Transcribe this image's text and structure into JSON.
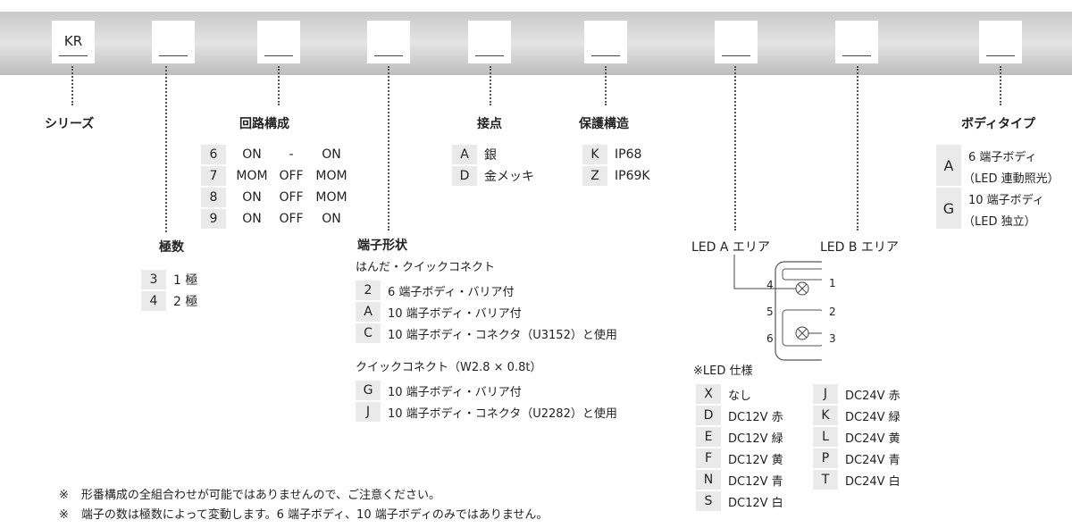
{
  "slots": [
    {
      "id": "series",
      "code": "KR"
    },
    {
      "id": "poles",
      "code": ""
    },
    {
      "id": "circuit",
      "code": ""
    },
    {
      "id": "terminal",
      "code": ""
    },
    {
      "id": "contact",
      "code": ""
    },
    {
      "id": "protection",
      "code": ""
    },
    {
      "id": "led-a",
      "code": ""
    },
    {
      "id": "led-b",
      "code": ""
    },
    {
      "id": "body-type",
      "code": ""
    }
  ],
  "series": {
    "title": "シリーズ"
  },
  "poles": {
    "title": "極数",
    "options": [
      {
        "code": "3",
        "label": "1 極"
      },
      {
        "code": "4",
        "label": "2 極"
      }
    ]
  },
  "circuit": {
    "title": "回路構成",
    "options": [
      {
        "code": "6",
        "c1": "ON",
        "c2": "-",
        "c3": "ON"
      },
      {
        "code": "7",
        "c1": "MOM",
        "c2": "OFF",
        "c3": "MOM"
      },
      {
        "code": "8",
        "c1": "ON",
        "c2": "OFF",
        "c3": "MOM"
      },
      {
        "code": "9",
        "c1": "ON",
        "c2": "OFF",
        "c3": "ON"
      }
    ]
  },
  "terminal": {
    "title": "端子形状",
    "group1_title": "はんだ・クイックコネクト",
    "group1": [
      {
        "code": "2",
        "label": "6 端子ボディ・バリア付"
      },
      {
        "code": "A",
        "label": "10 端子ボディ・バリア付"
      },
      {
        "code": "C",
        "label": "10 端子ボディ・コネクタ（U3152）と使用"
      }
    ],
    "group2_title": "クイックコネクト（W2.8 × 0.8t）",
    "group2": [
      {
        "code": "G",
        "label": "10 端子ボディ・バリア付"
      },
      {
        "code": "J",
        "label": "10 端子ボディ・コネクタ（U2282）と使用"
      }
    ]
  },
  "contact": {
    "title": "接点",
    "options": [
      {
        "code": "A",
        "label": "銀"
      },
      {
        "code": "D",
        "label": "金メッキ"
      }
    ]
  },
  "protection": {
    "title": "保護構造",
    "options": [
      {
        "code": "K",
        "label": "IP68"
      },
      {
        "code": "Z",
        "label": "IP69K"
      }
    ]
  },
  "led_area": {
    "a_label": "LED A エリア",
    "b_label": "LED B エリア",
    "pins": [
      "4",
      "1",
      "5",
      "2",
      "6",
      "3"
    ]
  },
  "led_spec": {
    "title": "※LED 仕様",
    "left": [
      {
        "code": "X",
        "label": "なし"
      },
      {
        "code": "D",
        "label": "DC12V 赤"
      },
      {
        "code": "E",
        "label": "DC12V 緑"
      },
      {
        "code": "F",
        "label": "DC12V 黄"
      },
      {
        "code": "N",
        "label": "DC12V 青"
      },
      {
        "code": "S",
        "label": "DC12V 白"
      }
    ],
    "right": [
      {
        "code": "J",
        "label": "DC24V 赤"
      },
      {
        "code": "K",
        "label": "DC24V 緑"
      },
      {
        "code": "L",
        "label": "DC24V 黄"
      },
      {
        "code": "P",
        "label": "DC24V 青"
      },
      {
        "code": "T",
        "label": "DC24V 白"
      }
    ]
  },
  "body_type": {
    "title": "ボディタイプ",
    "options": [
      {
        "code": "A",
        "line1": "6 端子ボディ",
        "line2": "（LED 連動照光）"
      },
      {
        "code": "G",
        "line1": "10 端子ボディ",
        "line2": "（LED 独立）"
      }
    ]
  },
  "notes": [
    {
      "mark": "※",
      "text": "形番構成の全組合わせが可能ではありませんので、ご注意ください。"
    },
    {
      "mark": "※",
      "text": "端子の数は極数によって変動します。6 端子ボディ、10 端子ボディのみではありません。"
    }
  ]
}
